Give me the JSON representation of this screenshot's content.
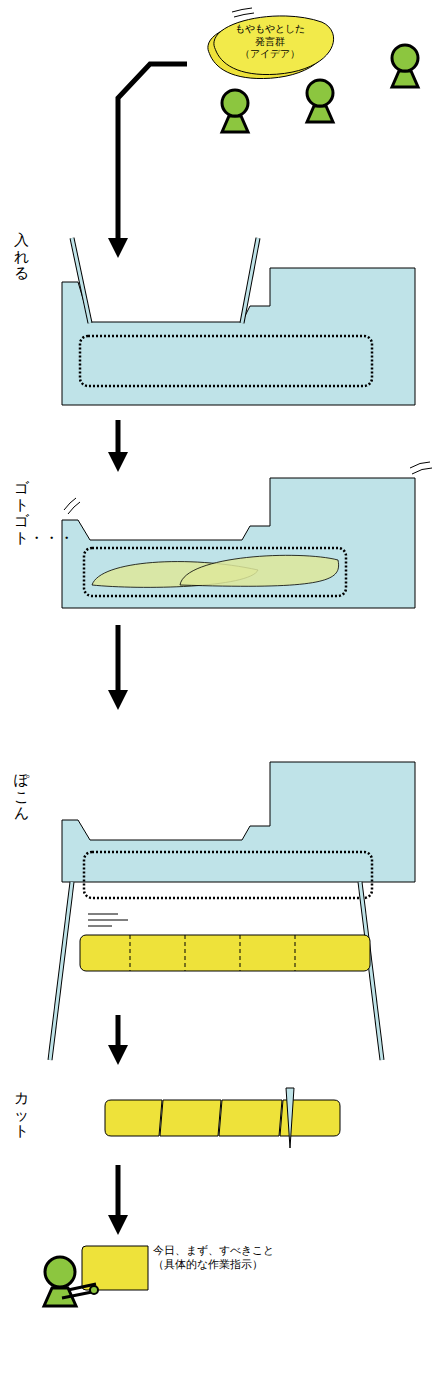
{
  "diagram": {
    "nodes": [
      {
        "text": [
          "もやもやとした 発言群 （アイデア）"
        ]
      }
    ],
    "labels": [
      "入れる",
      "ゴトゴト・・・",
      "ぽこん",
      "カット",
      "今日、まず、すべきこと （具体的な作業指示）"
    ]
  }
}
